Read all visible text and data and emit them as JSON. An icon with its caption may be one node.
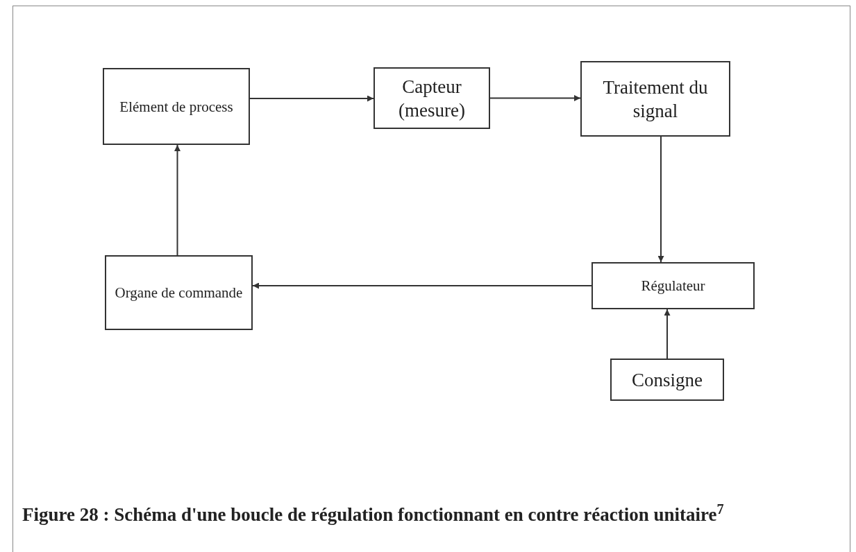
{
  "diagram": {
    "caption": "Figure 28 : Schéma d'une boucle de régulation fonctionnant en contre réaction unitaire$^{7}$",
    "nodes": [
      {
        "text": [
          "Elément de process"
        ]
      },
      {
        "text": [
          "Capteur (mesure)"
        ]
      },
      {
        "text": [
          "Traitement du signal"
        ]
      },
      {
        "text": [
          "Organe de commande"
        ]
      },
      {
        "text": [
          "Régulateur"
        ]
      },
      {
        "text": [
          "Consigne"
        ]
      }
    ],
    "edges": [
      {
        "from": 0,
        "to": 1,
        "arrow": "to"
      },
      {
        "from": 1,
        "to": 2,
        "arrow": "to"
      },
      {
        "from": 2,
        "to": 4,
        "arrow": "to"
      },
      {
        "from": 4,
        "to": 3,
        "arrow": "to"
      },
      {
        "from": 3,
        "to": 0,
        "arrow": "to"
      },
      {
        "from": 5,
        "to": 4,
        "arrow": "to"
      }
    ]
  }
}
